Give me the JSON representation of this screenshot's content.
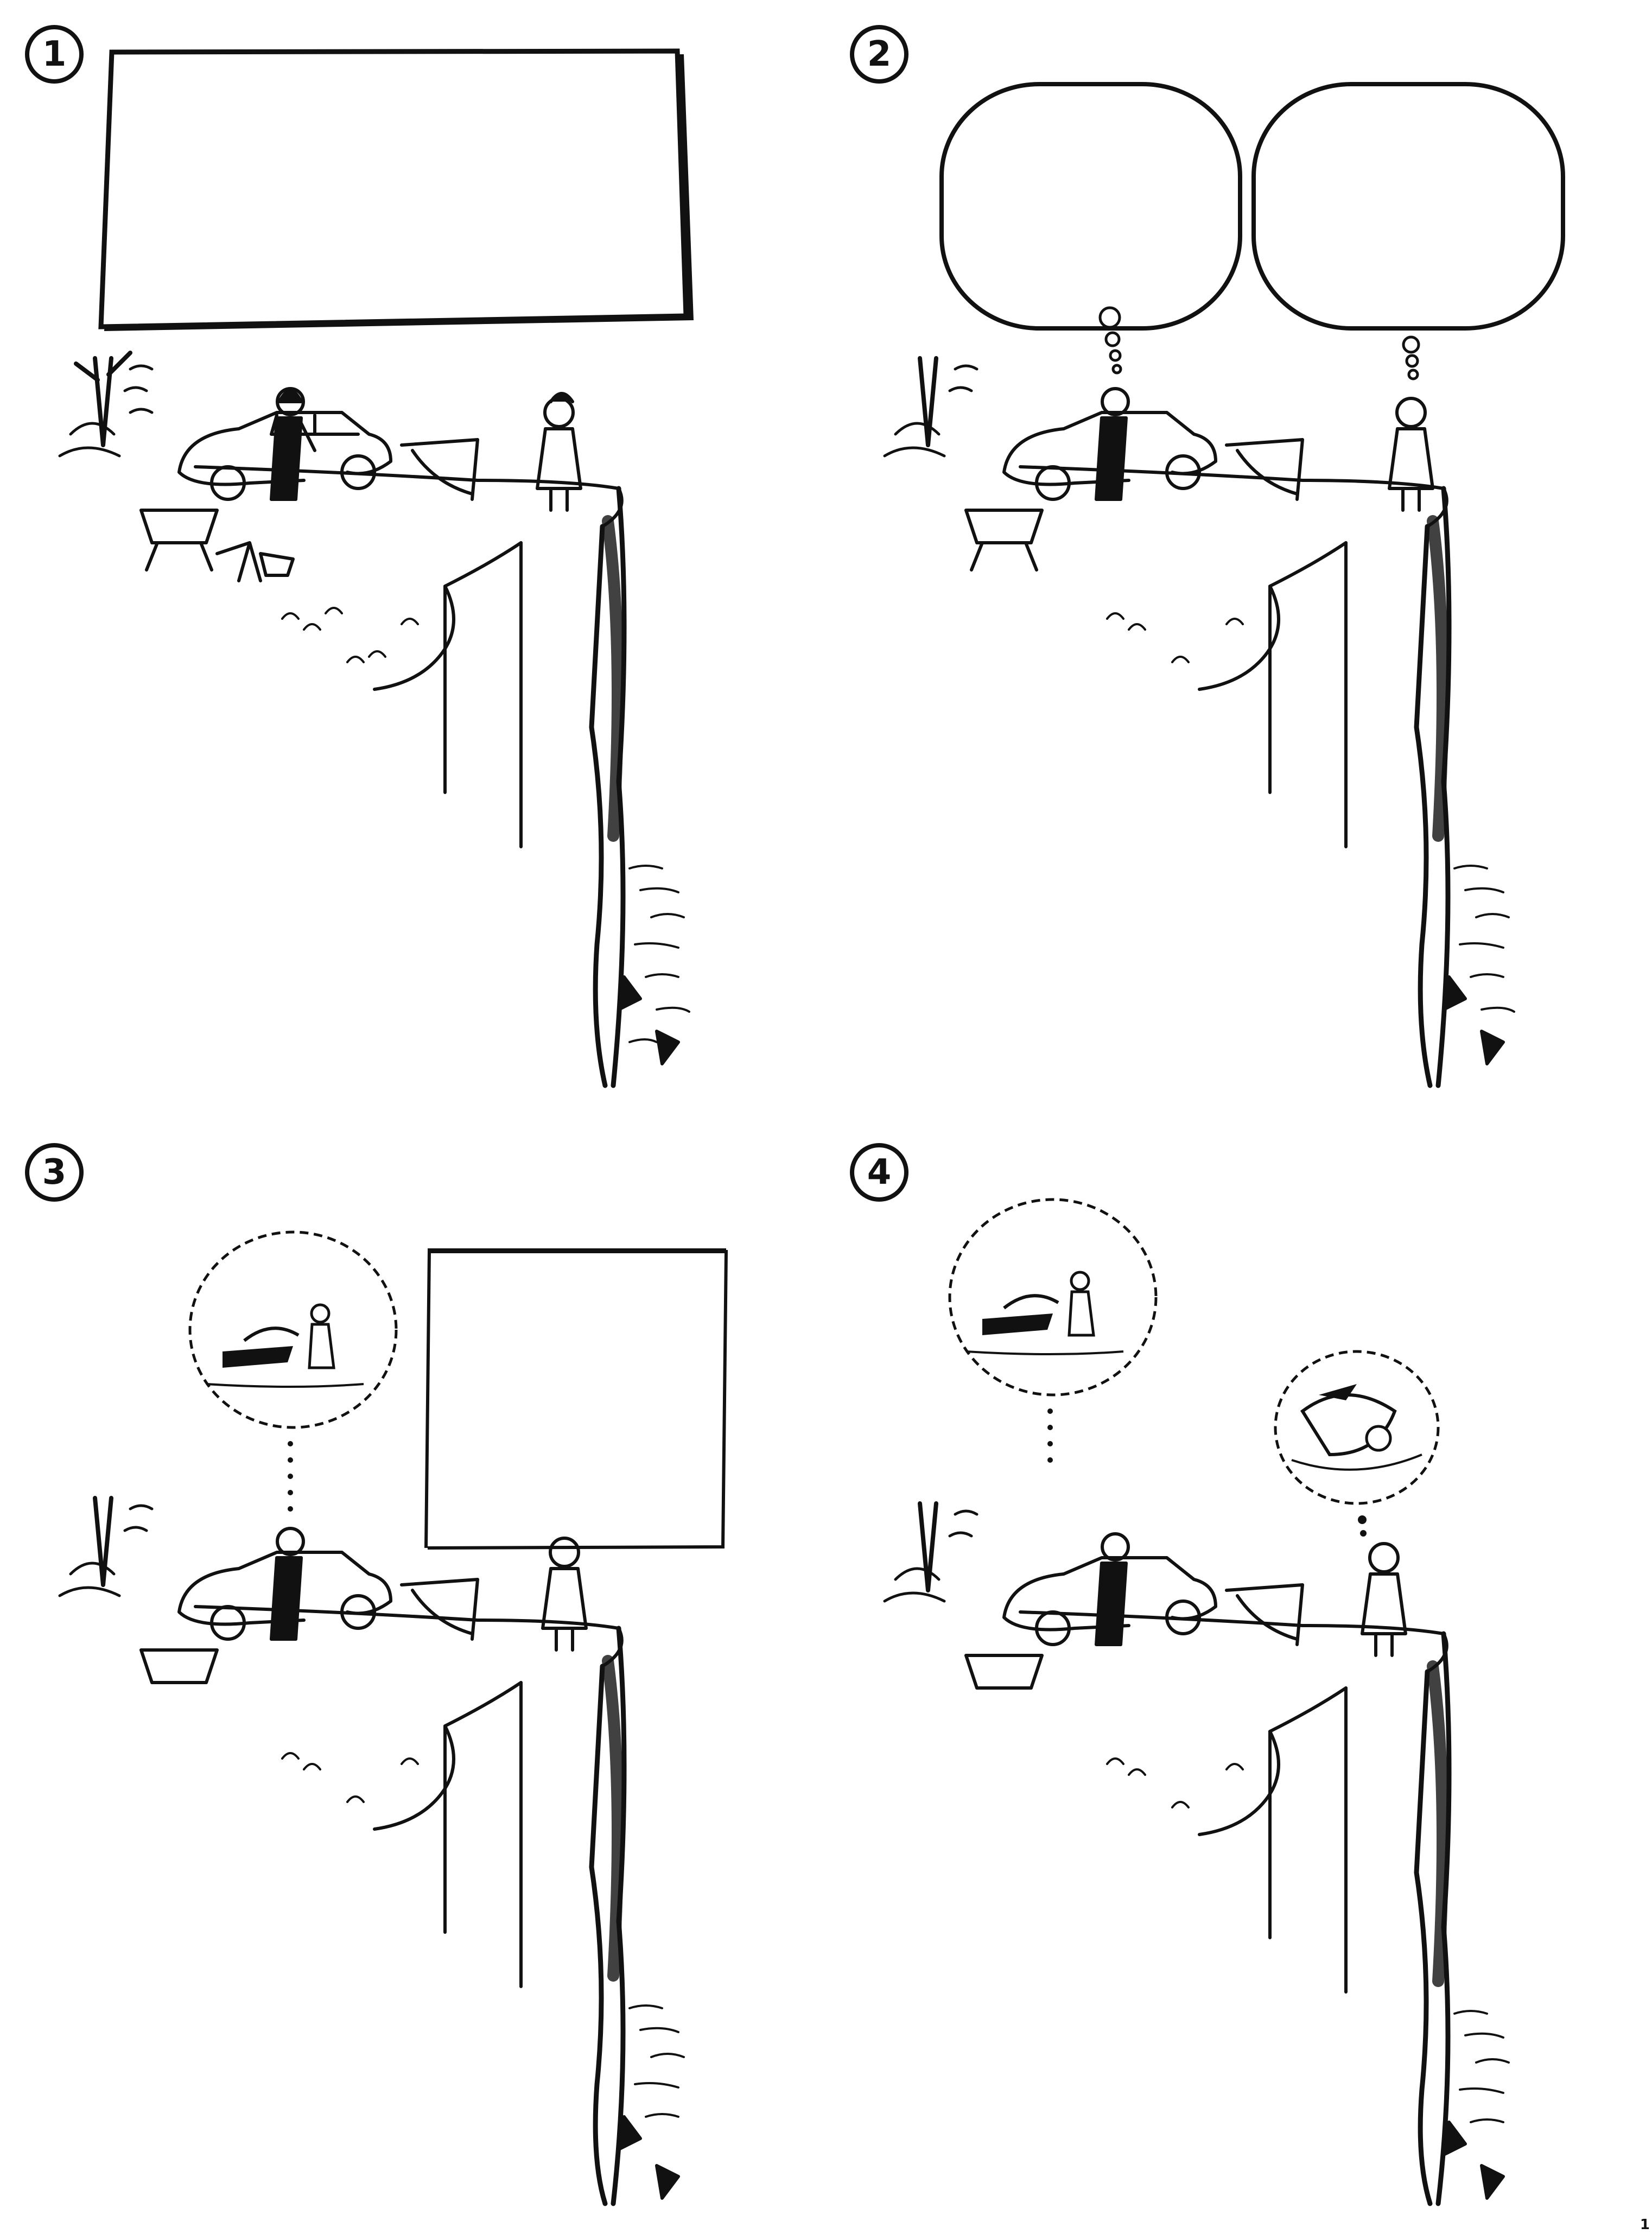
{
  "panels": [
    {
      "number": "1"
    },
    {
      "number": "2"
    },
    {
      "number": "3"
    },
    {
      "number": "4"
    }
  ],
  "page_mark": "1"
}
